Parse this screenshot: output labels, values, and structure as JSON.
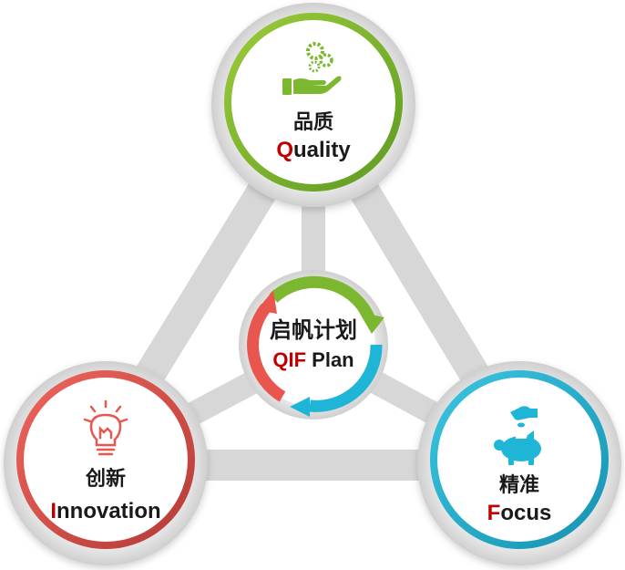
{
  "center": {
    "title_zh": "启帆计划",
    "title_en_highlight": "QIF",
    "title_en_rest": " Plan",
    "ring_colors": [
      "#7cb82f",
      "#1fb5d6",
      "#e8564e"
    ]
  },
  "nodes": {
    "quality": {
      "label_zh": "品质",
      "initial": "Q",
      "rest": "uality",
      "icon": "gears-hand-icon",
      "ring_color": "#7cb82f"
    },
    "innovation": {
      "label_zh": "创新",
      "initial": "I",
      "rest": "nnovation",
      "icon": "lightbulb-icon",
      "ring_color": "#e8564e"
    },
    "focus": {
      "label_zh": "精准",
      "initial": "F",
      "rest": "ocus",
      "icon": "piggy-bank-coin-icon",
      "ring_color": "#1fb5d6"
    }
  },
  "colors": {
    "connector": "#d7d7d7",
    "initial_accent": "#c00000"
  }
}
